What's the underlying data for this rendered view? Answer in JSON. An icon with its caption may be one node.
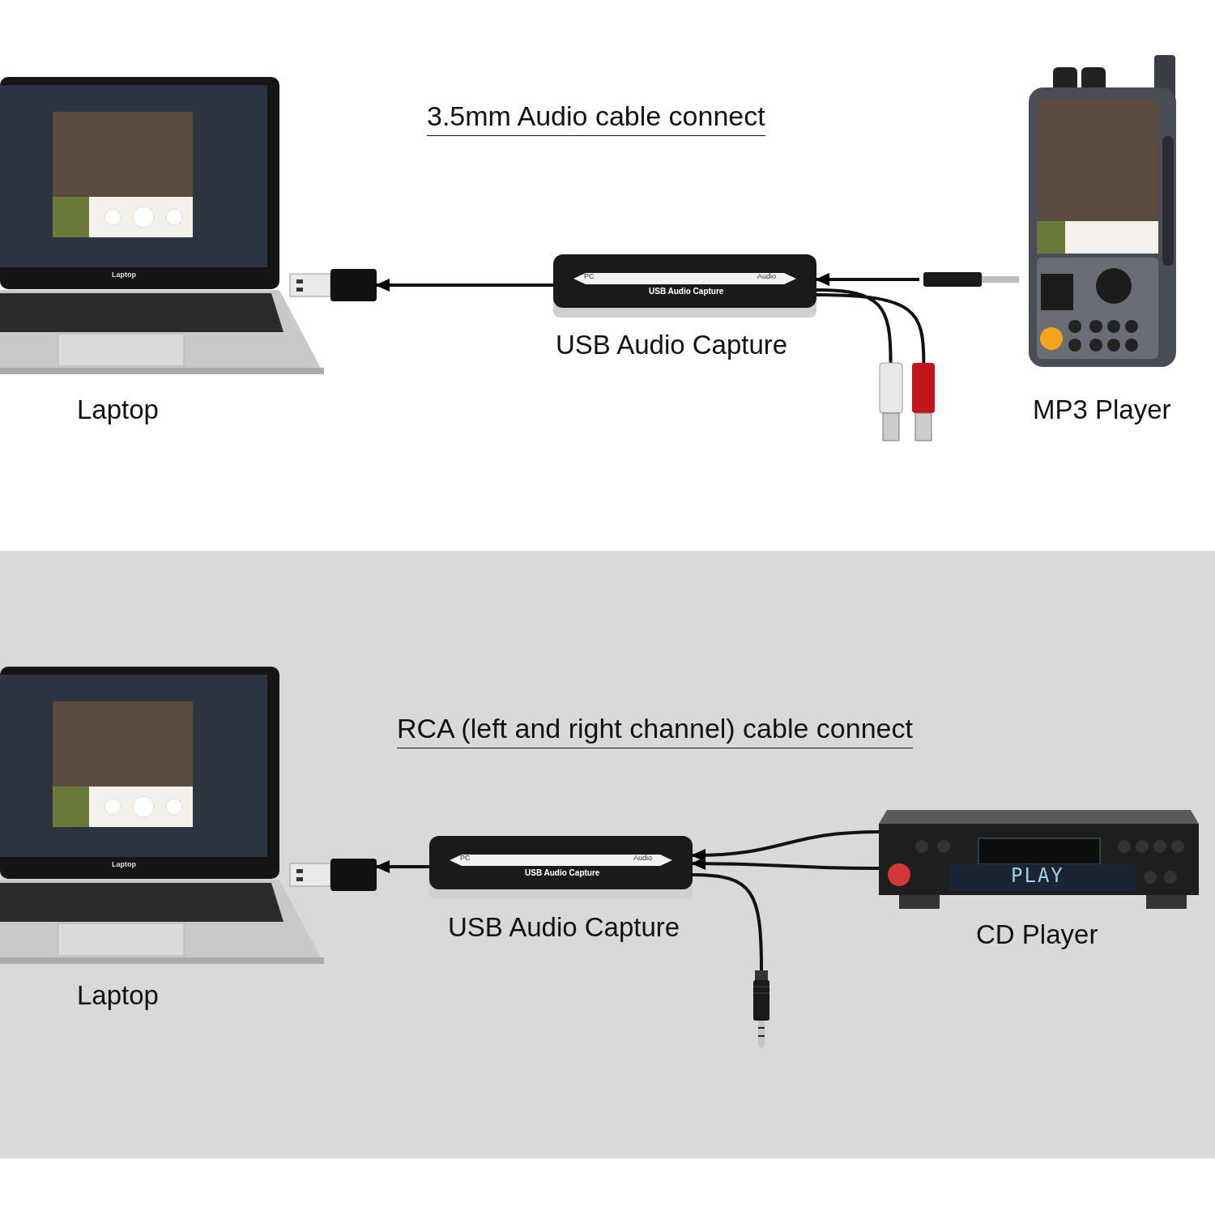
{
  "diagram": {
    "nodes": [
      {
        "text": [
          "Laptop"
        ],
        "beside": [
          "Laptop"
        ]
      },
      {
        "text": [
          "PC",
          "Audio",
          "USB Audio Capture"
        ],
        "beside": [
          "USB Audio Capture"
        ]
      },
      {
        "text": [],
        "shape": "picture",
        "beside": [
          "MP3 Player"
        ]
      },
      {
        "text": [],
        "shape": "picture"
      },
      {
        "text": [
          "Laptop"
        ],
        "beside": [
          "Laptop"
        ]
      },
      {
        "text": [
          "PC",
          "Audio",
          "USB Audio Capture"
        ],
        "beside": [
          "USB Audio Capture"
        ]
      },
      {
        "text": [
          "PLAY"
        ],
        "beside": [
          "CD Player"
        ]
      },
      {
        "text": [],
        "shape": "picture"
      }
    ],
    "edges": [
      {
        "from": 1,
        "to": 0,
        "arrow": "to"
      },
      {
        "from": 2,
        "to": 1,
        "arrow": "to"
      },
      {
        "from": 1,
        "to": 3,
        "arrow": "none"
      },
      {
        "from": 5,
        "to": 4,
        "arrow": "to"
      },
      {
        "from": 6,
        "to": 5,
        "arrow": "to"
      },
      {
        "from": 6,
        "to": 5,
        "arrow": "to"
      },
      {
        "from": 5,
        "to": 7,
        "arrow": "none"
      }
    ],
    "labels": [
      "3.5mm Audio cable connect",
      "RCA (left and right channel) cable connect"
    ]
  }
}
